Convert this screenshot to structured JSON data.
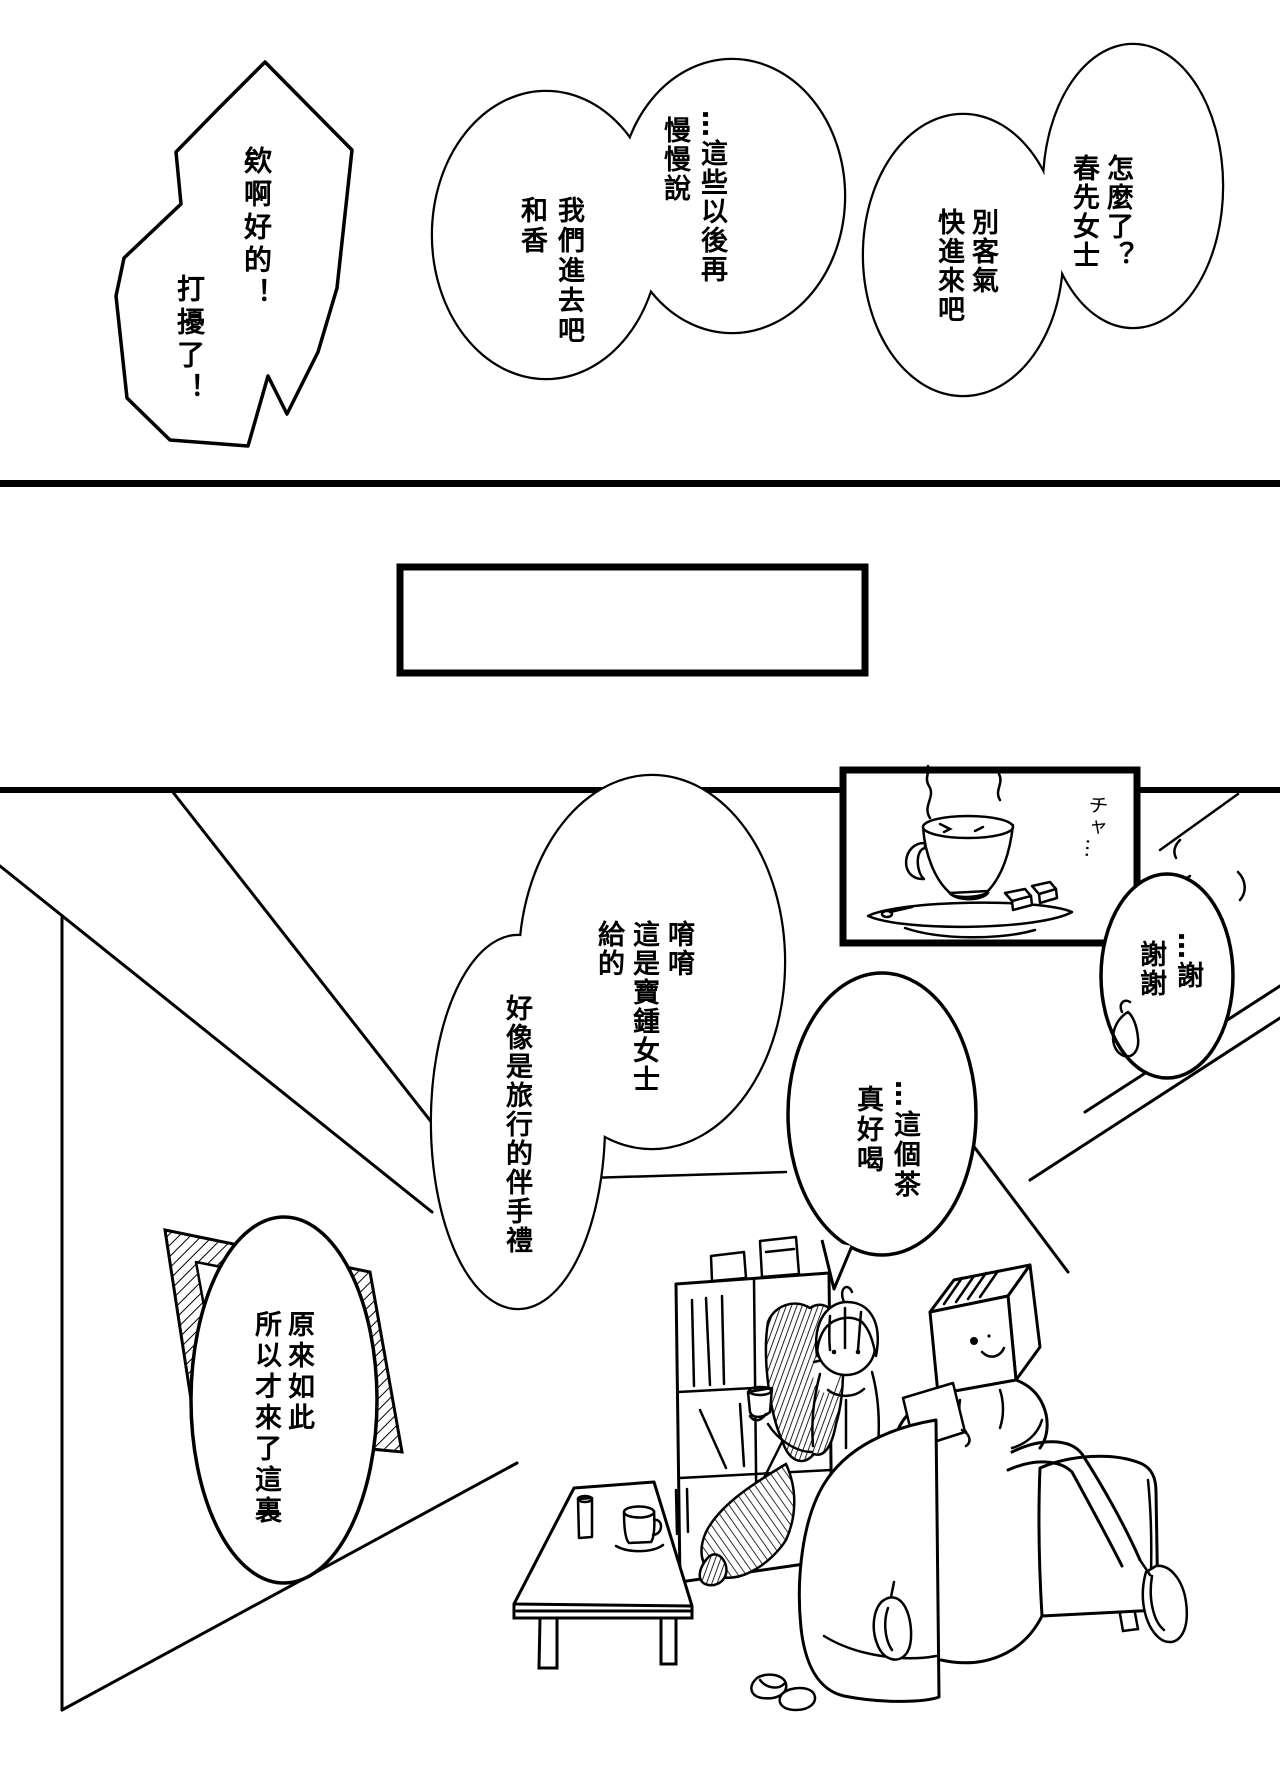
{
  "page": {
    "kind": "manga-page",
    "language": "zh-TW",
    "paper_color": "#ffffff",
    "ink_color": "#000000"
  },
  "bubbles": {
    "door_reply": {
      "cols": [
        "欸啊好的！",
        "打擾了！"
      ]
    },
    "talk_later": {
      "right": [
        "…這些以後再",
        "慢慢說"
      ],
      "left": [
        "我們進去吧",
        "和香"
      ]
    },
    "welcome": {
      "right": [
        "怎麼了？",
        "春先女士"
      ],
      "left": [
        "別客氣",
        "快進來吧"
      ]
    },
    "thanks": {
      "cols": [
        "…謝",
        "謝謝"
      ]
    },
    "gift": {
      "right": [
        "唷唷",
        "這是寶鍾女士",
        "給的"
      ],
      "left": [
        "好像是旅行的伴手禮"
      ]
    },
    "tea": {
      "cols": [
        "…這個茶",
        "真好喝"
      ]
    },
    "i_see": {
      "cols": [
        "原來如此",
        "所以才來了這裏"
      ]
    }
  },
  "sfx": {
    "sip": "チャ…"
  },
  "scene": {
    "inset_panel": "steaming-teacup-on-saucer-with-sugar-cubes",
    "empty_panel": "blank-rectangle",
    "room_objects": [
      "picture-frame",
      "bookshelf",
      "coffee-table",
      "sofa",
      "slippers"
    ],
    "characters": [
      "dark-haired-girl-with-cup",
      "short-haired-girl",
      "box-head-person-with-tablet"
    ]
  }
}
